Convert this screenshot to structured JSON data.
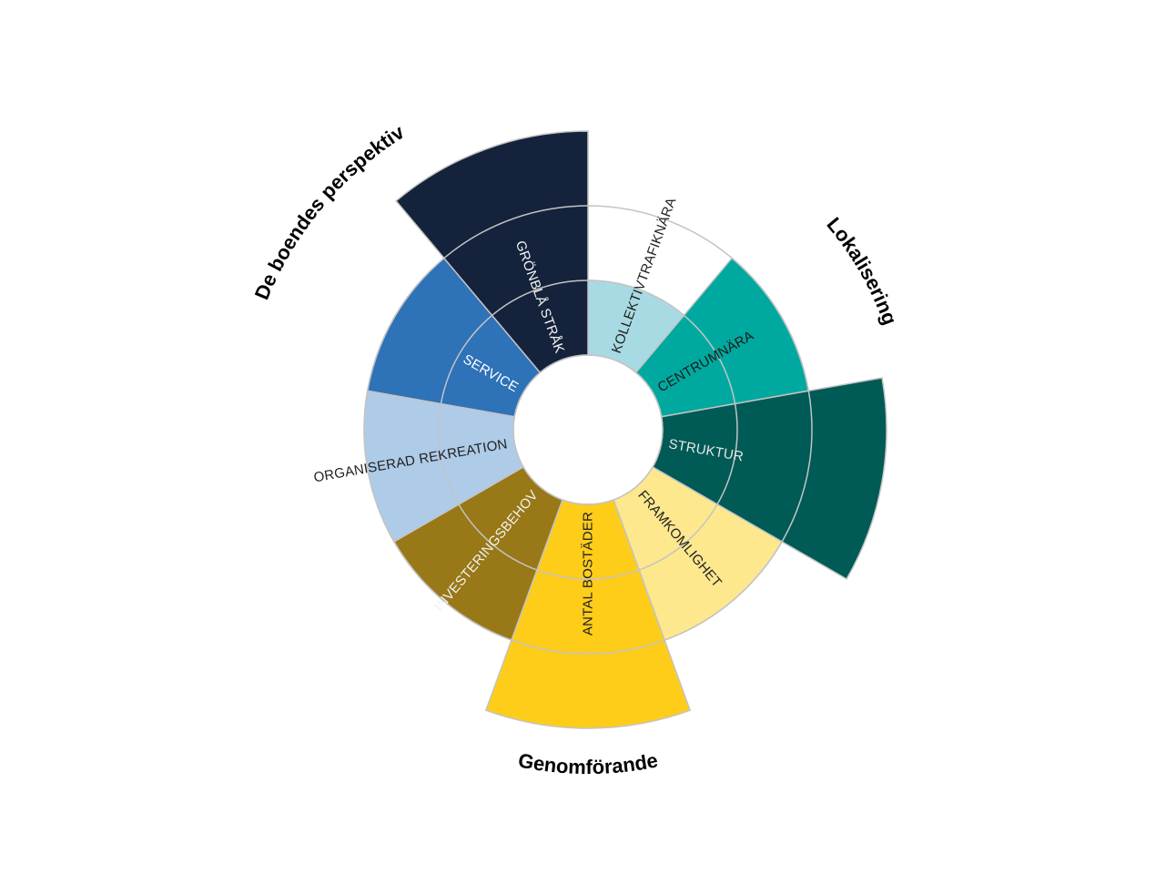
{
  "chart_data": {
    "type": "polar-area",
    "rings": 3,
    "max": 3,
    "grid": true,
    "categories": [
      {
        "label": "KOLLEKTIVTRAFIKNÄRA",
        "value": 1,
        "color": "#a8dae3",
        "text_color": "#222222"
      },
      {
        "label": "CENTRUMNÄRA",
        "value": 2,
        "color": "#00a9a0",
        "text_color": "#1a1a1a"
      },
      {
        "label": "STRUKTUR",
        "value": 3,
        "color": "#005a55",
        "text_color": "#e8e8e8"
      },
      {
        "label": "FRAMKOMLIGHET",
        "value": 2,
        "color": "#fde88e",
        "text_color": "#222222"
      },
      {
        "label": "ANTAL BOSTÄDER",
        "value": 3,
        "color": "#fecd1a",
        "text_color": "#222222"
      },
      {
        "label": "INVESTERINGSBEHOV",
        "value": 2,
        "color": "#987817",
        "text_color": "#f2f2f2"
      },
      {
        "label": "ORGANISERAD REKREATION",
        "value": 2,
        "color": "#aecbe8",
        "text_color": "#222222"
      },
      {
        "label": "SERVICE",
        "value": 2,
        "color": "#2e72b8",
        "text_color": "#ffffff"
      },
      {
        "label": "GRÖNBLÅ STRÅK",
        "value": 3,
        "color": "#14233b",
        "text_color": "#f2f2f2"
      }
    ],
    "groups": [
      {
        "label": "Lokalisering",
        "categories": [
          "KOLLEKTIVTRAFIKNÄRA",
          "CENTRUMNÄRA",
          "STRUKTUR"
        ]
      },
      {
        "label": "Genomförande",
        "categories": [
          "FRAMKOMLIGHET",
          "ANTAL BOSTÄDER",
          "INVESTERINGSBEHOV"
        ]
      },
      {
        "label": "De boendes perspektiv",
        "categories": [
          "ORGANISERAD REKREATION",
          "SERVICE",
          "GRÖNBLÅ STRÅK"
        ]
      }
    ]
  }
}
